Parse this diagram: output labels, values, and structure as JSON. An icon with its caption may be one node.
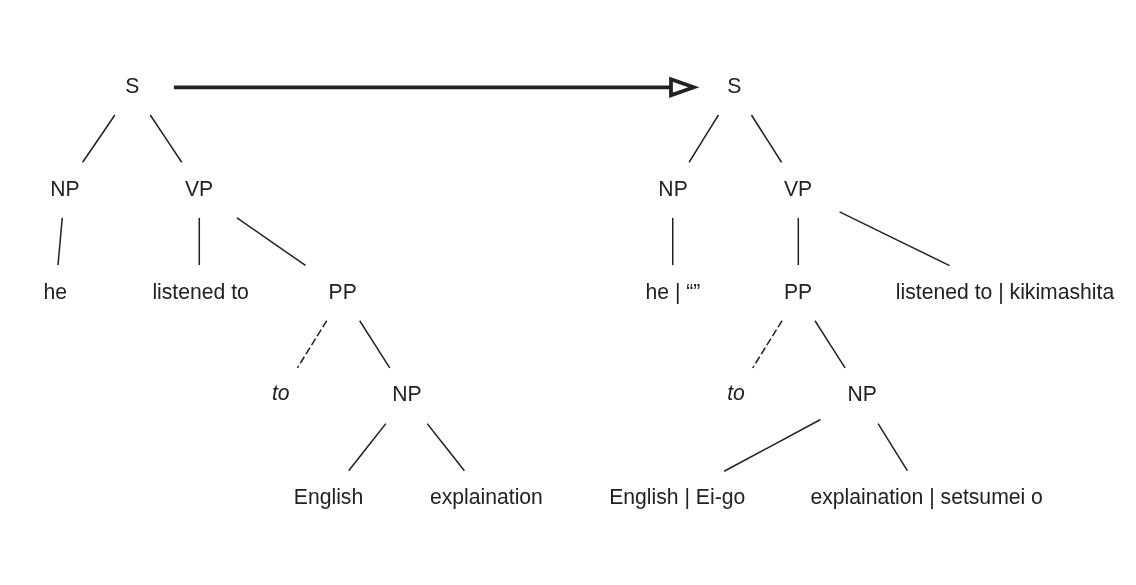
{
  "diagram": {
    "nodes": [
      {
        "text": [
          "S"
        ]
      },
      {
        "text": [
          "NP"
        ]
      },
      {
        "text": [
          "VP"
        ]
      },
      {
        "text": [
          "he"
        ]
      },
      {
        "text": [
          "listened to"
        ]
      },
      {
        "text": [
          "PP"
        ]
      },
      {
        "text": [
          "to"
        ]
      },
      {
        "text": [
          "NP"
        ]
      },
      {
        "text": [
          "English"
        ]
      },
      {
        "text": [
          "explaination"
        ]
      },
      {
        "text": [
          "S"
        ]
      },
      {
        "text": [
          "NP"
        ]
      },
      {
        "text": [
          "VP"
        ]
      },
      {
        "text": [
          "he | “”"
        ]
      },
      {
        "text": [
          "PP"
        ]
      },
      {
        "text": [
          "listened to | kikimashita"
        ]
      },
      {
        "text": [
          "to"
        ]
      },
      {
        "text": [
          "NP"
        ]
      },
      {
        "text": [
          "English | Ei-go"
        ]
      },
      {
        "text": [
          "explaination | setsumei o"
        ]
      }
    ],
    "edges": [
      {
        "from": 0,
        "to": 1,
        "arrow": "none"
      },
      {
        "from": 0,
        "to": 2,
        "arrow": "none"
      },
      {
        "from": 1,
        "to": 3,
        "arrow": "none"
      },
      {
        "from": 2,
        "to": 4,
        "arrow": "none"
      },
      {
        "from": 2,
        "to": 5,
        "arrow": "none"
      },
      {
        "from": 5,
        "to": 6,
        "arrow": "none",
        "style": "dashed"
      },
      {
        "from": 5,
        "to": 7,
        "arrow": "none"
      },
      {
        "from": 7,
        "to": 8,
        "arrow": "none"
      },
      {
        "from": 7,
        "to": 9,
        "arrow": "none"
      },
      {
        "from": 0,
        "to": 10,
        "arrow": "to",
        "style": "thick"
      },
      {
        "from": 10,
        "to": 11,
        "arrow": "none"
      },
      {
        "from": 10,
        "to": 12,
        "arrow": "none"
      },
      {
        "from": 11,
        "to": 13,
        "arrow": "none"
      },
      {
        "from": 12,
        "to": 14,
        "arrow": "none"
      },
      {
        "from": 12,
        "to": 15,
        "arrow": "none"
      },
      {
        "from": 14,
        "to": 16,
        "arrow": "none",
        "style": "dashed"
      },
      {
        "from": 14,
        "to": 17,
        "arrow": "none"
      },
      {
        "from": 17,
        "to": 18,
        "arrow": "none"
      },
      {
        "from": 17,
        "to": 19,
        "arrow": "none"
      }
    ]
  }
}
